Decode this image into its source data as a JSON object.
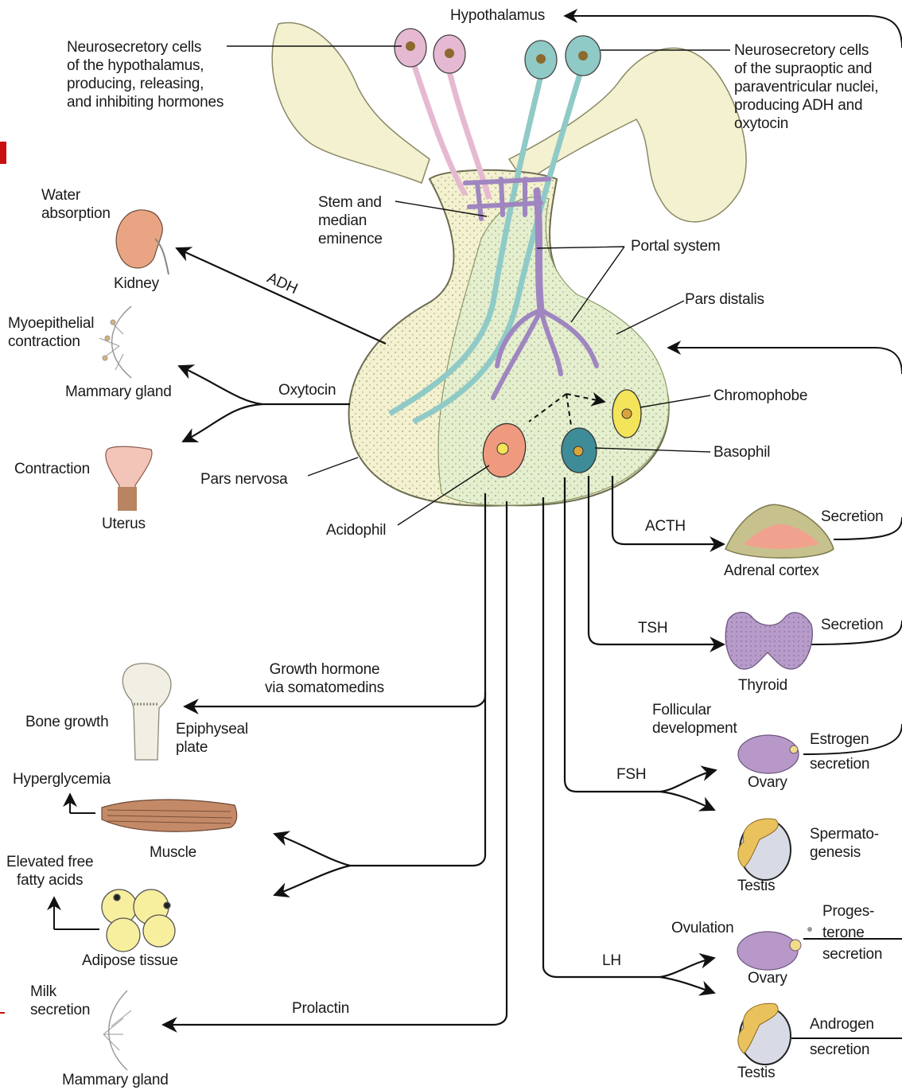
{
  "labels": {
    "hypothalamus": "Hypothalamus",
    "neuro_hypothalamus": "Neurosecretory cells\nof the hypothalamus,\nproducing, releasing,\nand inhibiting hormones",
    "neuro_supraoptic": "Neurosecretory cells\nof the supraoptic and\nparaventricular nuclei,\nproducing ADH and\noxytocin",
    "water_absorption": "Water\nabsorption",
    "kidney": "Kidney",
    "stem_median": "Stem and\nmedian\neminence",
    "portal_system": "Portal system",
    "adh": "ADH",
    "pars_distalis": "Pars distalis",
    "myoepithelial": "Myoepithelial\ncontraction",
    "mammary_gland_top": "Mammary gland",
    "oxytocin": "Oxytocin",
    "chromophobe": "Chromophobe",
    "basophil": "Basophil",
    "contraction": "Contraction",
    "pars_nervosa": "Pars nervosa",
    "uterus": "Uterus",
    "acidophil": "Acidophil",
    "acth": "ACTH",
    "secretion_adrenal": "Secretion",
    "adrenal_cortex": "Adrenal cortex",
    "tsh": "TSH",
    "secretion_thyroid": "Secretion",
    "thyroid": "Thyroid",
    "growth_hormone": "Growth hormone\nvia somatomedins",
    "bone_growth": "Bone growth",
    "epiphyseal": "Epiphyseal\nplate",
    "follicular": "Follicular\ndevelopment",
    "estrogen": "Estrogen\nsecretion",
    "ovary_top": "Ovary",
    "fsh": "FSH",
    "hyperglycemia": "Hyperglycemia",
    "muscle": "Muscle",
    "spermato": "Spermato-\ngenesis",
    "testis_top": "Testis",
    "elevated_ffa": "Elevated free\nfatty acids",
    "adipose": "Adipose tissue",
    "progesterone": "Proges-\nterone\nsecretion",
    "ovulation": "Ovulation",
    "ovary_bottom": "Ovary",
    "lh": "LH",
    "milk_secretion": "Milk\nsecretion",
    "prolactin": "Prolactin",
    "androgen": "Androgen\nsecretion",
    "testis_bottom": "Testis",
    "mammary_gland_bottom": "Mammary gland"
  },
  "colors": {
    "gland_fill": "#f3f1cf",
    "distalis_fill": "#e4efcf",
    "neuro_pink": "#e6b9d2",
    "neuro_teal": "#8fcac7",
    "portal_purple": "#9f86c0",
    "acidophil": "#ef9a7e",
    "basophil": "#3f8c99",
    "chromophobe": "#f4e45a",
    "kidney": "#e9a583",
    "adrenal_outer": "#c7c28d",
    "adrenal_inner": "#f0a28f",
    "thyroid": "#b79cca",
    "ovary": "#b898c8",
    "testis_body": "#d8dbe6",
    "testis_epididymis": "#e9c25e",
    "adipose": "#f7ef9e",
    "muscle": "#c48a68",
    "line": "#111111"
  }
}
